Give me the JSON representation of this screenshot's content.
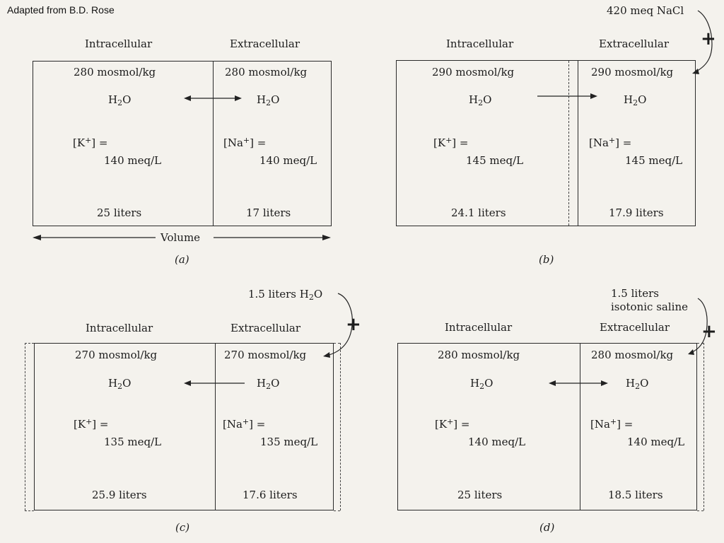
{
  "credit": "Adapted from B.D. Rose",
  "panels": {
    "a": {
      "label": "(a)",
      "intracellular": "Intracellular",
      "extracellular": "Extracellular",
      "osm_in": "280 mosmol/kg",
      "osm_ex": "280 mosmol/kg",
      "k_label": "[K+] =",
      "k_value": "140 meq/L",
      "na_label": "[Na+] =",
      "na_value": "140 meq/L",
      "vol_in": "25 liters",
      "vol_ex": "17 liters",
      "volume_label": "Volume"
    },
    "b": {
      "label": "(b)",
      "intracellular": "Intracellular",
      "extracellular": "Extracellular",
      "osm_in": "290 mosmol/kg",
      "osm_ex": "290 mosmol/kg",
      "k_label": "[K+] =",
      "k_value": "145 meq/L",
      "na_label": "[Na+] =",
      "na_value": "145 meq/L",
      "vol_in": "24.1 liters",
      "vol_ex": "17.9 liters",
      "added": "420 meq NaCl"
    },
    "c": {
      "label": "(c)",
      "intracellular": "Intracellular",
      "extracellular": "Extracellular",
      "osm_in": "270 mosmol/kg",
      "osm_ex": "270 mosmol/kg",
      "k_label": "[K+] =",
      "k_value": "135 meq/L",
      "na_label": "[Na+] =",
      "na_value": "135 meq/L",
      "vol_in": "25.9 liters",
      "vol_ex": "17.6 liters",
      "added_amount": "1.5 liters",
      "added_substance": "H2O"
    },
    "d": {
      "label": "(d)",
      "intracellular": "Intracellular",
      "extracellular": "Extracellular",
      "osm_in": "280 mosmol/kg",
      "osm_ex": "280 mosmol/kg",
      "k_label": "[K+] =",
      "k_value": "140 meq/L",
      "na_label": "[Na+] =",
      "na_value": "140 meq/L",
      "vol_in": "25 liters",
      "vol_ex": "18.5 liters",
      "added_line1": "1.5 liters",
      "added_line2": "isotonic saline"
    }
  }
}
